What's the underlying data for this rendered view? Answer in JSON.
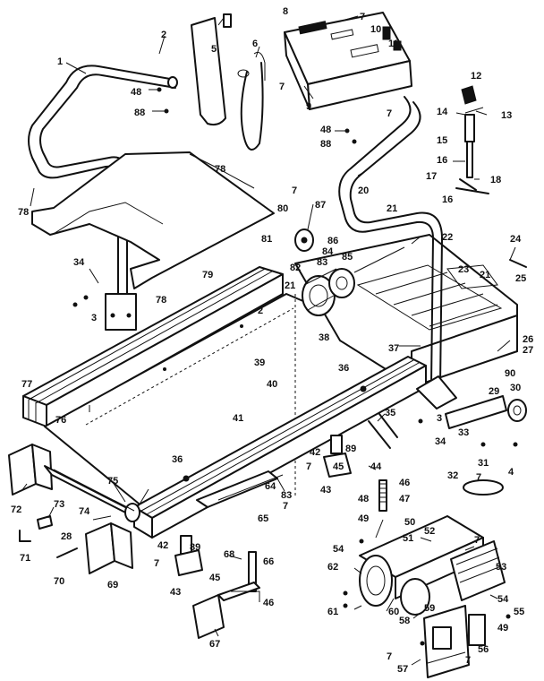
{
  "callouts": [
    {
      "id": "c1",
      "text": "1"
    },
    {
      "id": "c2a",
      "text": "2"
    },
    {
      "id": "c48a",
      "text": "48"
    },
    {
      "id": "c88a",
      "text": "88"
    },
    {
      "id": "c5",
      "text": "5"
    },
    {
      "id": "c6",
      "text": "6"
    },
    {
      "id": "c8",
      "text": "8"
    },
    {
      "id": "c7a",
      "text": "7"
    },
    {
      "id": "c10",
      "text": "10"
    },
    {
      "id": "c11",
      "text": "11"
    },
    {
      "id": "c7b",
      "text": "7"
    },
    {
      "id": "c9",
      "text": "9"
    },
    {
      "id": "c7c",
      "text": "7"
    },
    {
      "id": "c48b",
      "text": "48"
    },
    {
      "id": "c88b",
      "text": "88"
    },
    {
      "id": "c12",
      "text": "12"
    },
    {
      "id": "c14",
      "text": "14"
    },
    {
      "id": "c13",
      "text": "13"
    },
    {
      "id": "c15",
      "text": "15"
    },
    {
      "id": "c16a",
      "text": "16"
    },
    {
      "id": "c17",
      "text": "17"
    },
    {
      "id": "c16b",
      "text": "16"
    },
    {
      "id": "c18",
      "text": "18"
    },
    {
      "id": "c20",
      "text": "20"
    },
    {
      "id": "c78a",
      "text": "78"
    },
    {
      "id": "c78b",
      "text": "78"
    },
    {
      "id": "c7d",
      "text": "7"
    },
    {
      "id": "c80",
      "text": "80"
    },
    {
      "id": "c87",
      "text": "87"
    },
    {
      "id": "c81",
      "text": "81"
    },
    {
      "id": "c84",
      "text": "84"
    },
    {
      "id": "c86",
      "text": "86"
    },
    {
      "id": "c82",
      "text": "82"
    },
    {
      "id": "c83a",
      "text": "83"
    },
    {
      "id": "c85",
      "text": "85"
    },
    {
      "id": "c21a",
      "text": "21"
    },
    {
      "id": "c22",
      "text": "22"
    },
    {
      "id": "c24",
      "text": "24"
    },
    {
      "id": "c23",
      "text": "23"
    },
    {
      "id": "c21b",
      "text": "21"
    },
    {
      "id": "c25",
      "text": "25"
    },
    {
      "id": "c79",
      "text": "79"
    },
    {
      "id": "c34a",
      "text": "34"
    },
    {
      "id": "c3a",
      "text": "3"
    },
    {
      "id": "c78c",
      "text": "78"
    },
    {
      "id": "c2b",
      "text": "2"
    },
    {
      "id": "c21c",
      "text": "21"
    },
    {
      "id": "c38a",
      "text": "38"
    },
    {
      "id": "c37",
      "text": "37"
    },
    {
      "id": "c26",
      "text": "26"
    },
    {
      "id": "c27",
      "text": "27"
    },
    {
      "id": "c39",
      "text": "39"
    },
    {
      "id": "c36a",
      "text": "36"
    },
    {
      "id": "c90",
      "text": "90"
    },
    {
      "id": "c29",
      "text": "29"
    },
    {
      "id": "c30",
      "text": "30"
    },
    {
      "id": "c77",
      "text": "77"
    },
    {
      "id": "c40",
      "text": "40"
    },
    {
      "id": "c76",
      "text": "76"
    },
    {
      "id": "c41",
      "text": "41"
    },
    {
      "id": "c35",
      "text": "35"
    },
    {
      "id": "c3b",
      "text": "3"
    },
    {
      "id": "c34b",
      "text": "34"
    },
    {
      "id": "c33",
      "text": "33"
    },
    {
      "id": "c31",
      "text": "31"
    },
    {
      "id": "c4",
      "text": "4"
    },
    {
      "id": "c89a",
      "text": "89"
    },
    {
      "id": "c42a",
      "text": "42"
    },
    {
      "id": "c7e",
      "text": "7"
    },
    {
      "id": "c45a",
      "text": "45"
    },
    {
      "id": "c44",
      "text": "44"
    },
    {
      "id": "c43a",
      "text": "43"
    },
    {
      "id": "c7f",
      "text": "7"
    },
    {
      "id": "c32",
      "text": "32"
    },
    {
      "id": "c36b",
      "text": "36"
    },
    {
      "id": "c72",
      "text": "72"
    },
    {
      "id": "c75",
      "text": "75"
    },
    {
      "id": "c64",
      "text": "64"
    },
    {
      "id": "c83b",
      "text": "83"
    },
    {
      "id": "c46a",
      "text": "46"
    },
    {
      "id": "c48c",
      "text": "48"
    },
    {
      "id": "c47",
      "text": "47"
    },
    {
      "id": "c73",
      "text": "73"
    },
    {
      "id": "c74",
      "text": "74"
    },
    {
      "id": "c65",
      "text": "65"
    },
    {
      "id": "c7g",
      "text": "7"
    },
    {
      "id": "c49a",
      "text": "49"
    },
    {
      "id": "c50",
      "text": "50"
    },
    {
      "id": "c71",
      "text": "71"
    },
    {
      "id": "c28",
      "text": "28"
    },
    {
      "id": "c54a",
      "text": "54"
    },
    {
      "id": "c51",
      "text": "51"
    },
    {
      "id": "c52",
      "text": "52"
    },
    {
      "id": "c7h",
      "text": "7"
    },
    {
      "id": "c70",
      "text": "70"
    },
    {
      "id": "c69",
      "text": "69"
    },
    {
      "id": "c42b",
      "text": "42"
    },
    {
      "id": "c89b",
      "text": "89"
    },
    {
      "id": "c68",
      "text": "68"
    },
    {
      "id": "c66",
      "text": "66"
    },
    {
      "id": "c7i",
      "text": "7"
    },
    {
      "id": "c45b",
      "text": "45"
    },
    {
      "id": "c43b",
      "text": "43"
    },
    {
      "id": "c46b",
      "text": "46"
    },
    {
      "id": "c62",
      "text": "62"
    },
    {
      "id": "c53",
      "text": "53"
    },
    {
      "id": "c61",
      "text": "61"
    },
    {
      "id": "c60",
      "text": "60"
    },
    {
      "id": "c59",
      "text": "59"
    },
    {
      "id": "c54b",
      "text": "54"
    },
    {
      "id": "c55",
      "text": "55"
    },
    {
      "id": "c58",
      "text": "58"
    },
    {
      "id": "c49b",
      "text": "49"
    },
    {
      "id": "c67",
      "text": "67"
    },
    {
      "id": "c7j",
      "text": "7"
    },
    {
      "id": "c56",
      "text": "56"
    },
    {
      "id": "c57",
      "text": "57"
    },
    {
      "id": "c7k",
      "text": "7"
    }
  ]
}
